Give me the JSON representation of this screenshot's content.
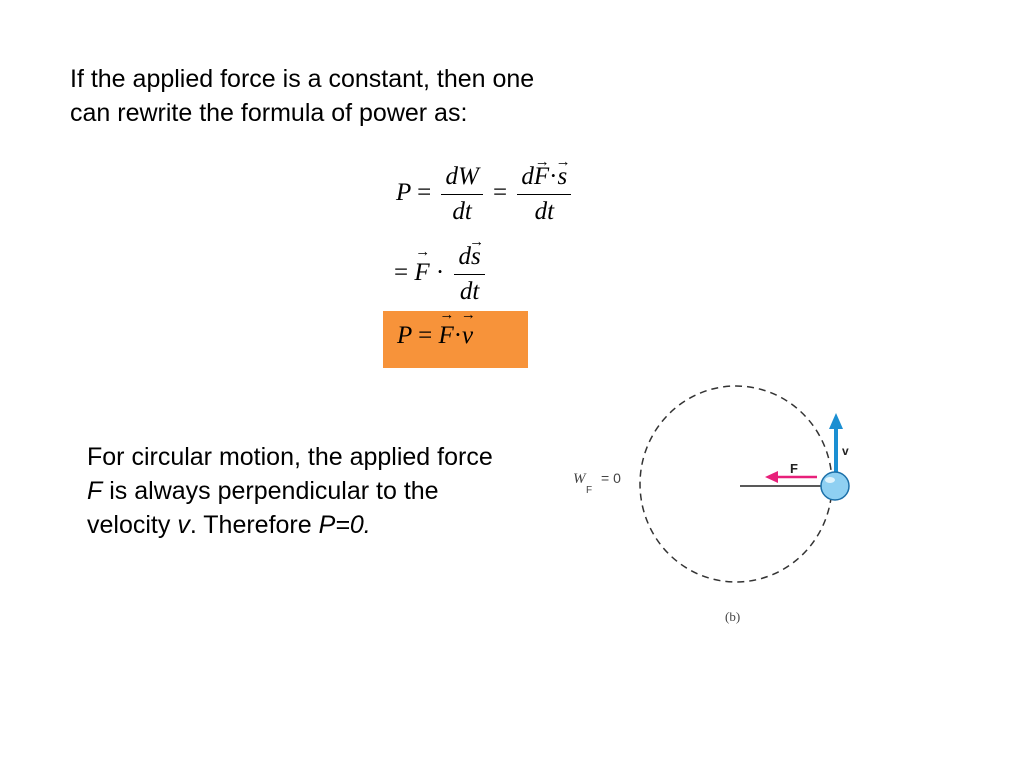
{
  "intro": {
    "line1": "If the applied force is a constant, then one",
    "line2": "can rewrite the formula of power as:"
  },
  "equations": {
    "p": "P",
    "eq": "=",
    "dw": "dW",
    "dt": "dt",
    "d": "d",
    "f": "F",
    "s": "s",
    "v": "v",
    "dot": "·"
  },
  "circular": {
    "part1": "For circular motion, the applied force",
    "f_symbol": "F",
    "part2": "is always perpendicular to the",
    "part3": "velocity",
    "v_symbol": "v",
    "part4": ". Therefore",
    "conclusion": "P=0."
  },
  "diagram": {
    "work_label": "W",
    "work_sub": "F",
    "work_value": "= 0",
    "force_label": "F",
    "velocity_label": "v",
    "caption": "(b)",
    "colors": {
      "force_arrow": "#e8207a",
      "velocity_arrow": "#1b8fd2",
      "ball": "#8fd0f2"
    }
  }
}
